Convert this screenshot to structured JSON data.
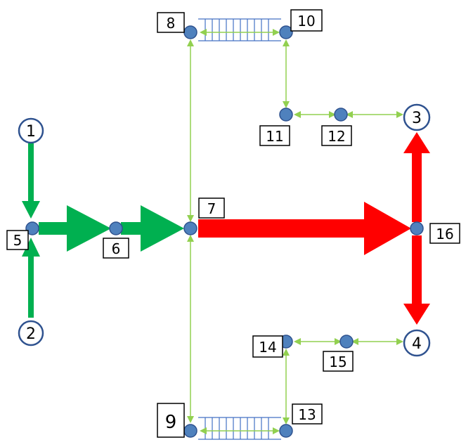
{
  "colors": {
    "green_flow": "#00b050",
    "red_flow": "#ff0000",
    "thin_link": "#92d050",
    "pipe": "#4472c4",
    "node_fill": "#4f81bd",
    "node_stroke": "#2f528f",
    "terminal_stroke": "#2f528f"
  },
  "terminals": {
    "t1": "1",
    "t2": "2",
    "t3": "3",
    "t4": "4"
  },
  "nodes": {
    "n5": "5",
    "n6": "6",
    "n7": "7",
    "n8": "8",
    "n9": "9",
    "n10": "10",
    "n11": "11",
    "n12": "12",
    "n13": "13",
    "n14": "14",
    "n15": "15",
    "n16": "16"
  }
}
